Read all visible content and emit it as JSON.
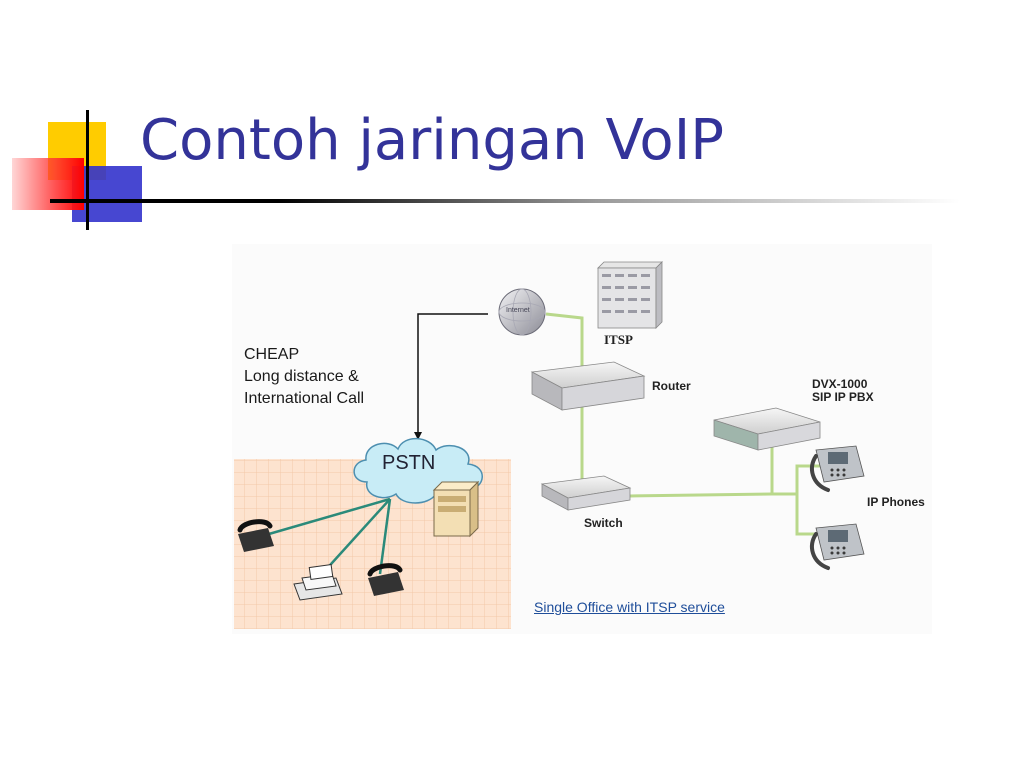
{
  "slide": {
    "title": "Contoh jaringan VoIP"
  },
  "diagram": {
    "note_lines": [
      "CHEAP",
      "Long distance &",
      "International Call"
    ],
    "labels": {
      "internet": "Internet",
      "pstn": "PSTN",
      "itsp": "ITSP",
      "router": "Router",
      "switch": "Switch",
      "pbx_line1": "DVX-1000",
      "pbx_line2": "SIP IP PBX",
      "ip_phones": "IP Phones"
    },
    "caption": "Single Office with ITSP service"
  },
  "colors": {
    "title": "#333399",
    "cloud": "#c8ecf6",
    "grid_bg": "#fce0c8",
    "pstn_link": "#2a8a7a",
    "ip_link": "#b8d88a",
    "caption": "#1f4e9a"
  },
  "icons": [
    "globe-icon",
    "server-rack-icon",
    "router-icon",
    "pbx-icon",
    "switch-icon",
    "phone-icon",
    "fax-icon",
    "pbx-cabinet-icon"
  ]
}
